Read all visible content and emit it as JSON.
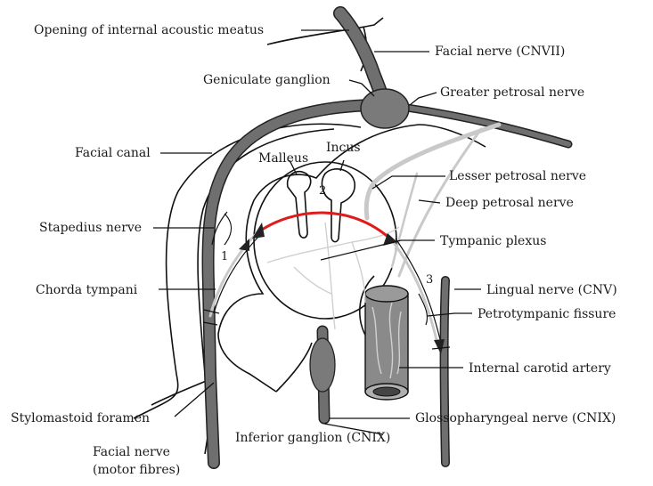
{
  "labels": {
    "opening_internal_acoustic_meatus": "Opening of internal acoustic meatus",
    "facial_nerve_cnvii": "Facial nerve (CNVII)",
    "geniculate_ganglion": "Geniculate ganglion",
    "greater_petrosal_nerve": "Greater petrosal nerve",
    "facial_canal": "Facial canal",
    "malleus": "Malleus",
    "incus": "Incus",
    "lesser_petrosal_nerve": "Lesser petrosal nerve",
    "deep_petrosal_nerve": "Deep petrosal nerve",
    "stapedius_nerve": "Stapedius nerve",
    "tympanic_plexus": "Tympanic plexus",
    "chorda_tympani": "Chorda tympani",
    "lingual_nerve": "Lingual nerve (CNV)",
    "petrotympanic_fissure": "Petrotympanic fissure",
    "internal_carotid_artery": "Internal carotid artery",
    "stylomastoid_foramen": "Stylomastoid foramen",
    "glossopharyngeal_nerve": "Glossopharyngeal nerve (CNIX)",
    "inferior_ganglion": "Inferior ganglion (CNIX)",
    "facial_nerve_motor_line1": "Facial nerve",
    "facial_nerve_motor_line2": "(motor fibres)"
  },
  "markers": {
    "one": "1",
    "two": "2",
    "three": "3"
  },
  "colors": {
    "nerve": "#6f6f6f",
    "outline": "#111111",
    "light_nerve": "#c9c9c9",
    "chorda_highlight": "#e01b1b",
    "ganglion": "#7a7a7a"
  }
}
